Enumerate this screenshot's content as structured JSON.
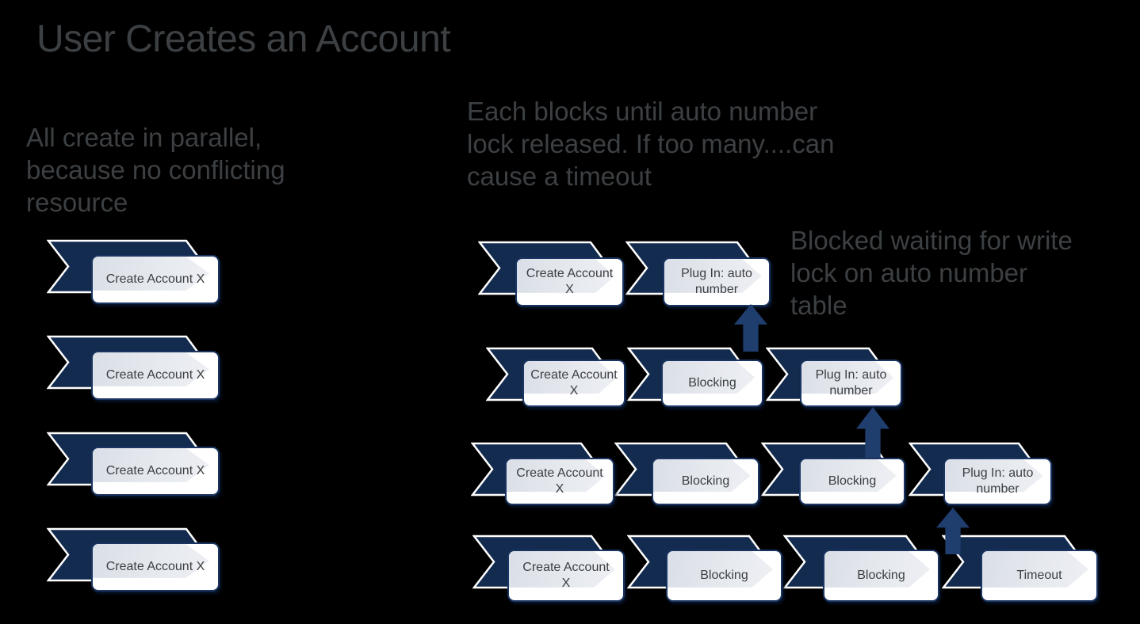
{
  "slide": {
    "title": "User Creates an Account",
    "notes": {
      "parallel": "All create in parallel, because no conflicting resource",
      "blocking": "Each blocks until auto number lock released. If too many....can cause a timeout",
      "blocked_waiting": "Blocked waiting for write lock on auto number table"
    }
  },
  "colors": {
    "background": "#000000",
    "chevron_navy": "#132b4f",
    "chevron_stroke": "#ffffff",
    "box_border_navy": "#1a3561",
    "box_fill": "#ffffff",
    "box_accent_gray": "#dfe3ea",
    "arrow_navy": "#1f3d6d",
    "text_gray": "#3d4043"
  },
  "icons": {
    "arrow": "up-block-arrow",
    "banner": "chevron-banner"
  },
  "parallel_column": {
    "steps": [
      {
        "label": "Create Account X"
      },
      {
        "label": "Create Account X"
      },
      {
        "label": "Create Account X"
      },
      {
        "label": "Create Account X"
      }
    ]
  },
  "blocking_rows": [
    {
      "steps": [
        {
          "label": "Create Account X"
        },
        {
          "label": "Plug In: auto number"
        }
      ]
    },
    {
      "steps": [
        {
          "label": "Create Account X"
        },
        {
          "label": "Blocking"
        },
        {
          "label": "Plug In: auto number"
        }
      ]
    },
    {
      "steps": [
        {
          "label": "Create Account X"
        },
        {
          "label": "Blocking"
        },
        {
          "label": "Blocking"
        },
        {
          "label": "Plug In: auto number"
        }
      ]
    },
    {
      "steps": [
        {
          "label": "Create Account X"
        },
        {
          "label": "Blocking"
        },
        {
          "label": "Blocking"
        },
        {
          "label": "Timeout"
        }
      ]
    }
  ],
  "arrows": [
    {
      "icon": "up-block-arrow"
    },
    {
      "icon": "up-block-arrow"
    },
    {
      "icon": "up-block-arrow"
    }
  ]
}
